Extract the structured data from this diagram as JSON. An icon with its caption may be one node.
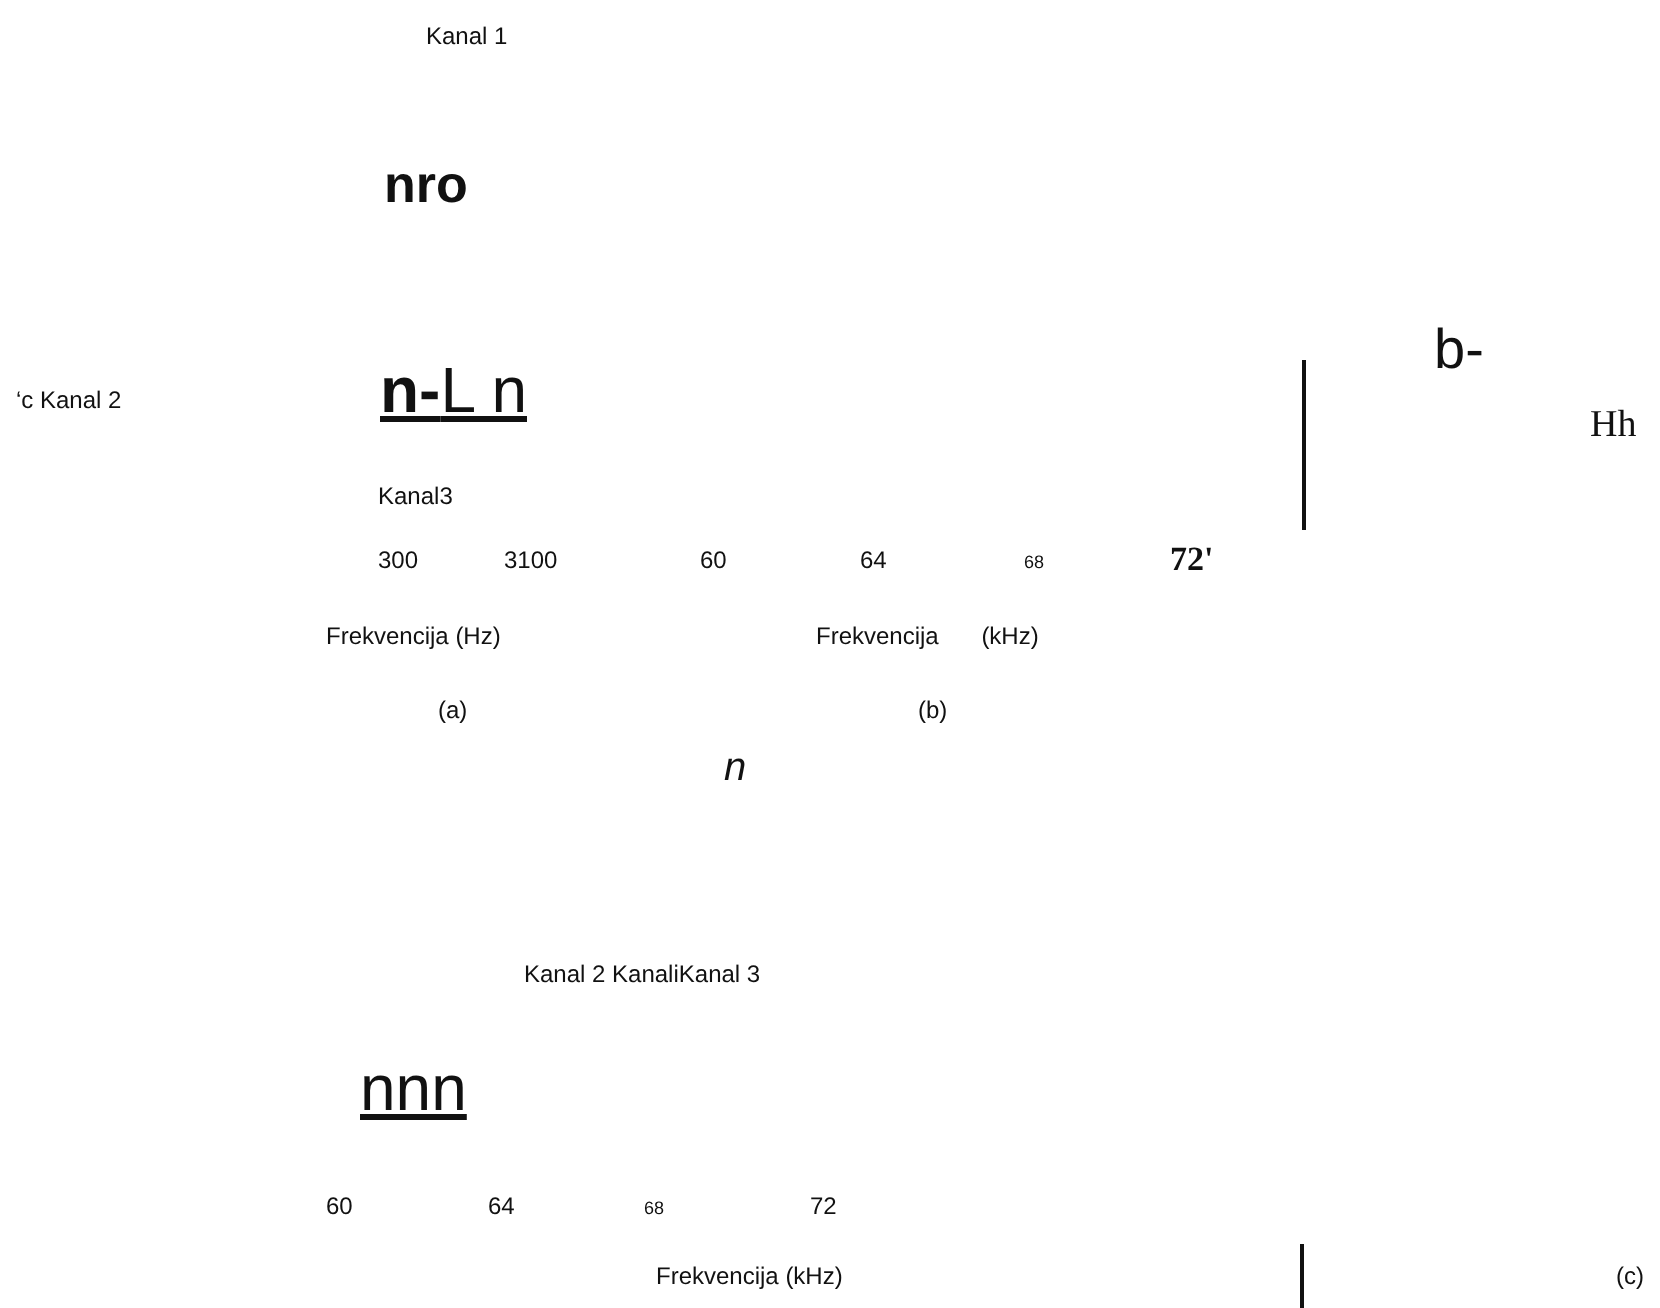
{
  "diagram": {
    "labels": [
      "Kanal 1",
      "nro",
      "‘c Kanal 2",
      "**n-**L n",
      "b-",
      "Hh",
      "Kanal3",
      "300",
      "3100",
      "60",
      "64",
      "68",
      "72'",
      "Frekvencija (Hz)",
      "Frekvencija (kHz)",
      "(a)",
      "(b)",
      "*n*",
      "Kanal 2 KanaliKanal 3",
      "nnn",
      "60",
      "64",
      "68",
      "72",
      "Frekvencija (kHz)",
      "(c)"
    ]
  }
}
